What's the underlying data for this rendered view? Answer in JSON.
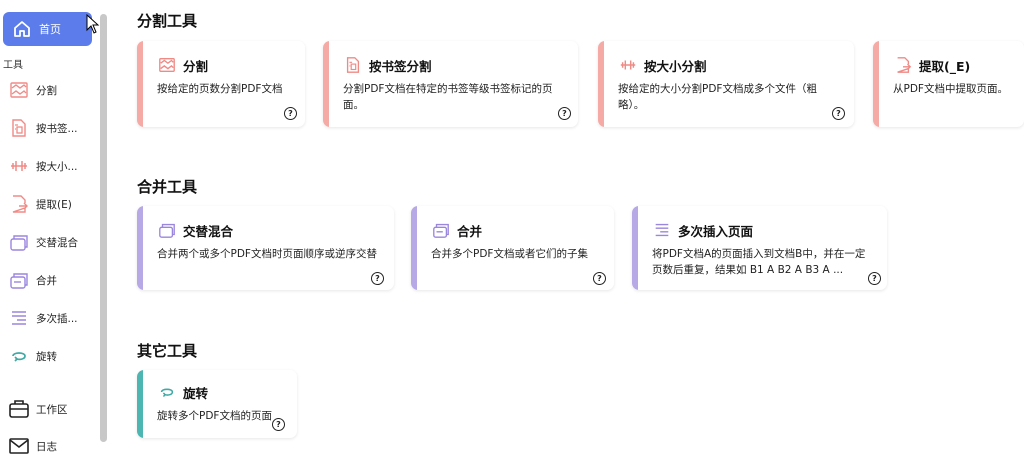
{
  "sidebar": {
    "home_label": "首页",
    "section_label": "工具",
    "items": [
      {
        "label": "分割"
      },
      {
        "label": "按书签..."
      },
      {
        "label": "按大小..."
      },
      {
        "label": "提取(E)"
      },
      {
        "label": "交替混合"
      },
      {
        "label": "合并"
      },
      {
        "label": "多次插..."
      },
      {
        "label": "旋转"
      },
      {
        "label": "工作区"
      },
      {
        "label": "日志"
      }
    ]
  },
  "sections": [
    {
      "title": "分割工具",
      "cards": [
        {
          "title": "分割",
          "desc": "按给定的页数分割PDF文档",
          "help": "?"
        },
        {
          "title": "按书签分割",
          "desc": "分割PDF文档在特定的书签等级书签标记的页面。",
          "help": "?"
        },
        {
          "title": "按大小分割",
          "desc": "按给定的大小分割PDF文档成多个文件（粗略）。",
          "help": "?"
        },
        {
          "title": "提取(_E)",
          "desc": "从PDF文档中提取页面。",
          "help": "?"
        }
      ]
    },
    {
      "title": "合并工具",
      "cards": [
        {
          "title": "交替混合",
          "desc": "合并两个或多个PDF文档时页面顺序或逆序交替",
          "help": "?"
        },
        {
          "title": "合并",
          "desc": "合并多个PDF文档或者它们的子集",
          "help": "?"
        },
        {
          "title": "多次插入页面",
          "desc": "将PDF文档A的页面插入到文档B中，并在一定页数后重复，结果如 B1 A B2 A B3 A ...",
          "help": "?"
        }
      ]
    },
    {
      "title": "其它工具",
      "cards": [
        {
          "title": "旋转",
          "desc": "旋转多个PDF文档的页面",
          "help": "?"
        }
      ]
    }
  ],
  "colors": {
    "accent": "#5b7cea",
    "split": "#f5aaa5",
    "merge": "#b7a8e6",
    "other": "#4db6b2"
  }
}
